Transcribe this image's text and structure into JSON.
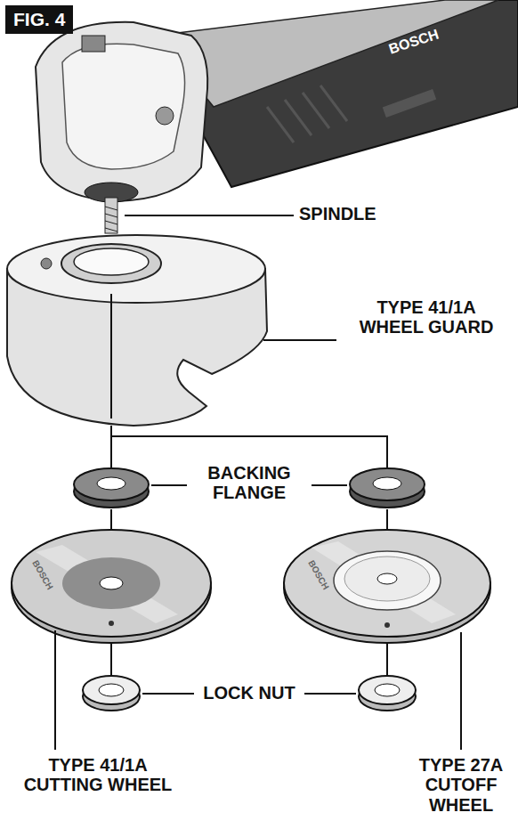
{
  "diagram": {
    "title": "FIG. 4",
    "labels": [
      "BOSCH",
      "SPINDLE",
      "TYPE 41/1A WHEEL GUARD",
      "BACKING FLANGE",
      "BOSCH",
      "BOSCH",
      "LOCK NUT",
      "TYPE 41/1A CUTTING WHEEL",
      "TYPE 27A CUTOFF WHEEL"
    ]
  }
}
